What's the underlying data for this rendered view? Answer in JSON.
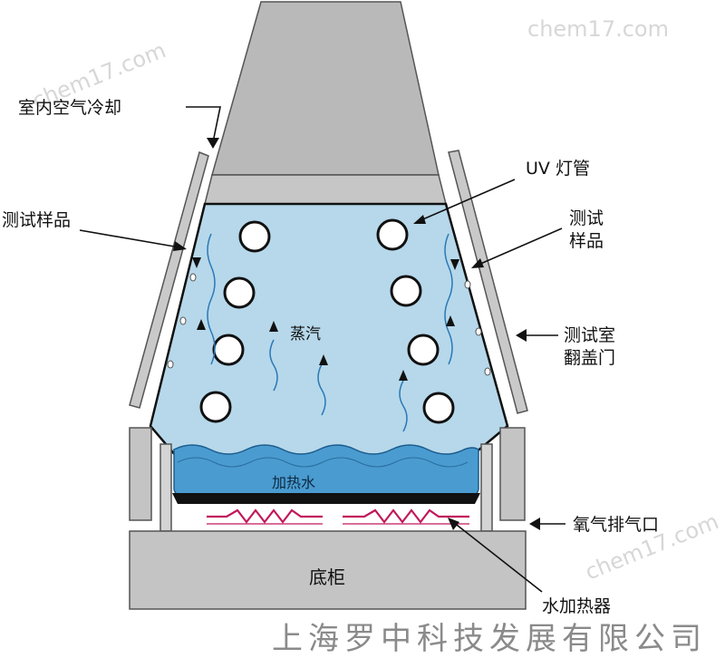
{
  "watermark": {
    "text": "chem17.com"
  },
  "labels": {
    "indoor_air_cooling": "室内空气冷却",
    "test_sample_left": "测试样品",
    "uv_lamp": "UV 灯管",
    "test_sample_right_line1": "测试",
    "test_sample_right_line2": "样品",
    "steam": "蒸汽",
    "chamber_door_line1": "测试室",
    "chamber_door_line2": "翻盖门",
    "heated_water": "加热水",
    "oxygen_vent": "氧气排气口",
    "base_cabinet": "底柜",
    "water_heater": "水加热器"
  },
  "footer": {
    "company": "上海罗中科技发展有限公司"
  },
  "colors": {
    "chamber_fill": "#b6d8ea",
    "water_fill": "#4a9bd0",
    "gray_fill": "#b9b9b9",
    "steam_line": "#2a78b8",
    "heater_line": "#c2185b"
  }
}
